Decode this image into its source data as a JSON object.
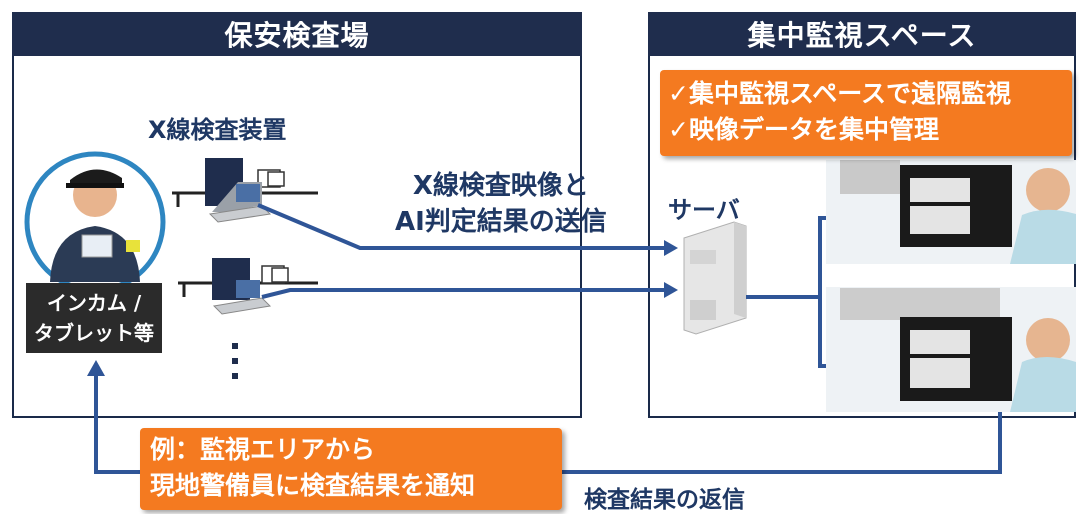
{
  "left_panel": {
    "title": "保安検査場",
    "xray_title": "X線検査装置",
    "device_label": [
      "インカム /",
      "タブレット等"
    ]
  },
  "right_panel": {
    "title": "集中監視スペース",
    "callout": [
      "✓集中監視スペースで遠隔監視",
      "✓映像データを集中管理"
    ]
  },
  "flow": {
    "send_label": [
      "X線検査映像と",
      "AI判定結果の送信"
    ],
    "server_label": "サーバ",
    "return_label": "検査結果の返信"
  },
  "example": [
    "例：監視エリアから",
    "現地警備員に検査結果を通知"
  ],
  "colors": {
    "navy": "#1f2d4d",
    "orange": "#f47a20",
    "arrow": "#2f5597"
  }
}
